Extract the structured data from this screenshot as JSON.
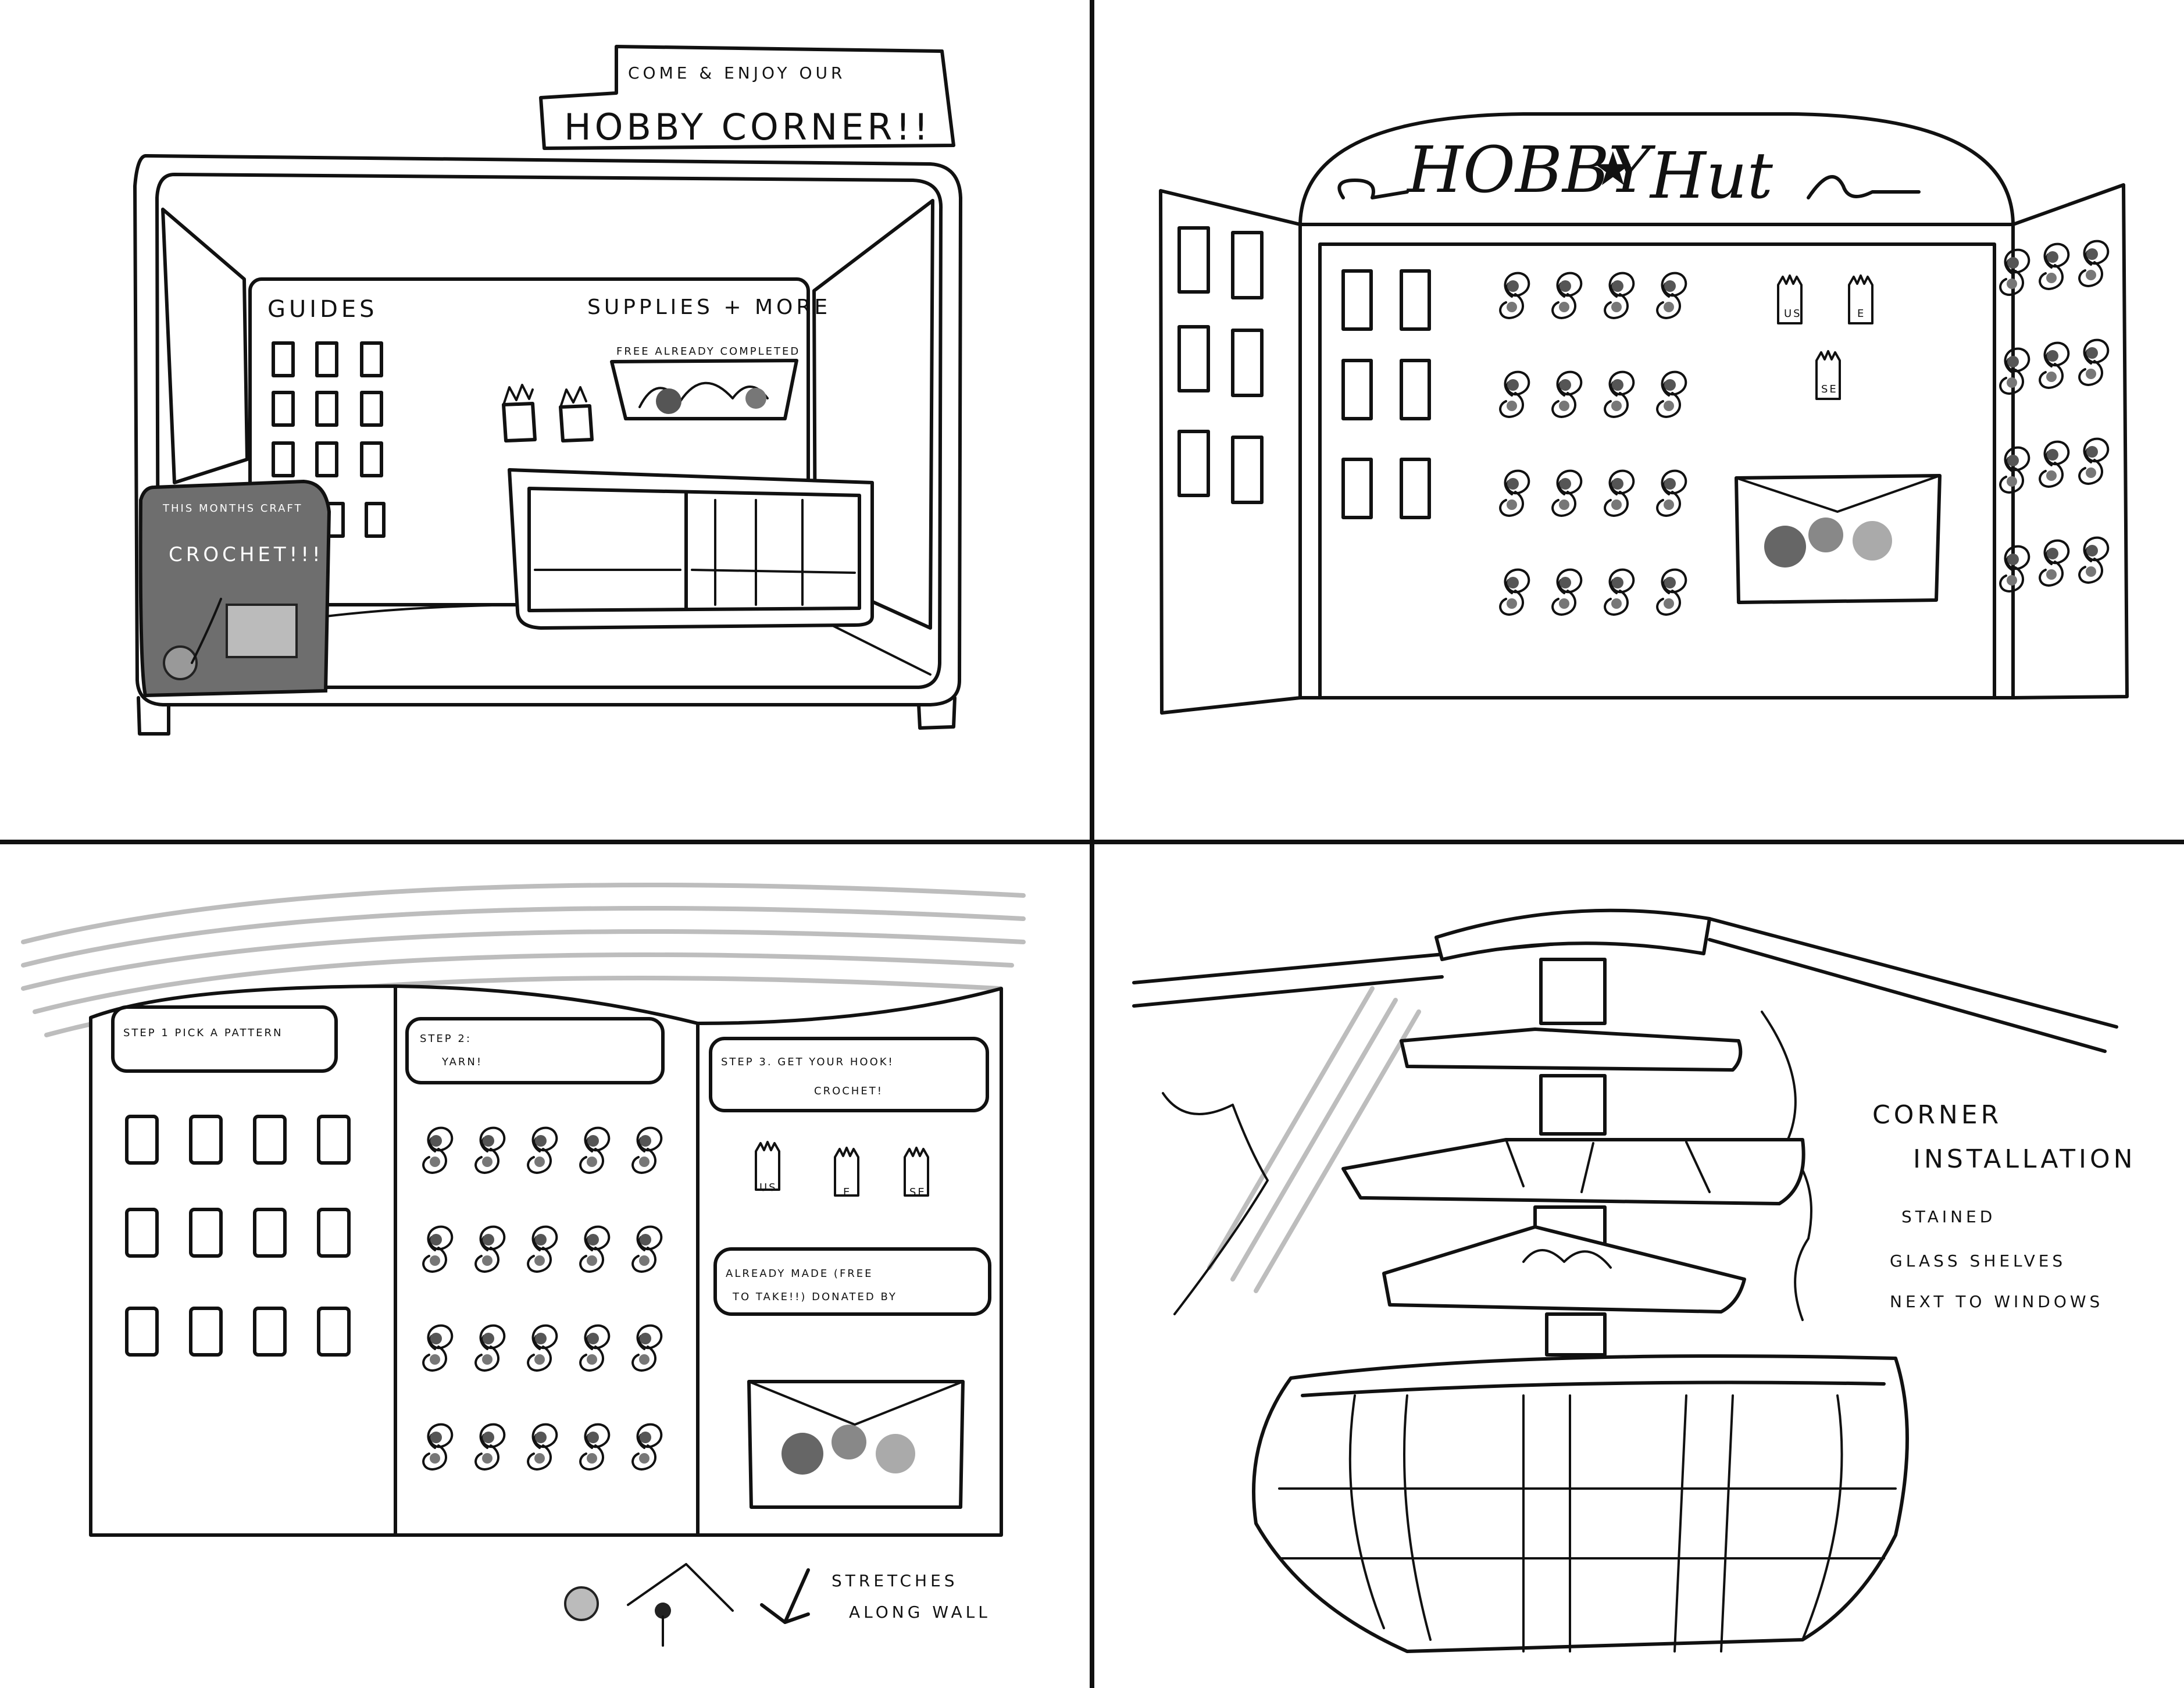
{
  "panels": {
    "top_left": {
      "sign_small": "COME & ENJOY OUR",
      "sign_large": "HOBBY CORNER!!",
      "guides_label": "GUIDES",
      "supplies_label": "SUPPLIES + MORE",
      "bin_label": "FREE ALREADY COMPLETED",
      "poster_caption": "THIS MONTHS CRAFT",
      "poster_title": "CROCHET!!!"
    },
    "top_right": {
      "header_left": "HOBBY",
      "header_right": "Hut",
      "hook_labels": [
        "US",
        "E",
        "SE"
      ]
    },
    "bottom_left": {
      "step1": "STEP 1 PICK A PATTERN",
      "step2_line1": "STEP 2:",
      "step2_line2": "YARN!",
      "step3_line1": "STEP 3. GET YOUR HOOK!",
      "step3_line2": "CROCHET!",
      "already_made_line1": "ALREADY MADE (FREE",
      "already_made_line2": "TO TAKE!!) DONATED BY",
      "hook_labels": [
        "US",
        "E",
        "SE"
      ],
      "note_line1": "STRETCHES",
      "note_line2": "ALONG WALL"
    },
    "bottom_right": {
      "note_line1": "CORNER",
      "note_line2": "INSTALLATION",
      "note_line3": "STAINED",
      "note_line4": "GLASS SHELVES",
      "note_line5": "NEXT TO WINDOWS"
    }
  }
}
